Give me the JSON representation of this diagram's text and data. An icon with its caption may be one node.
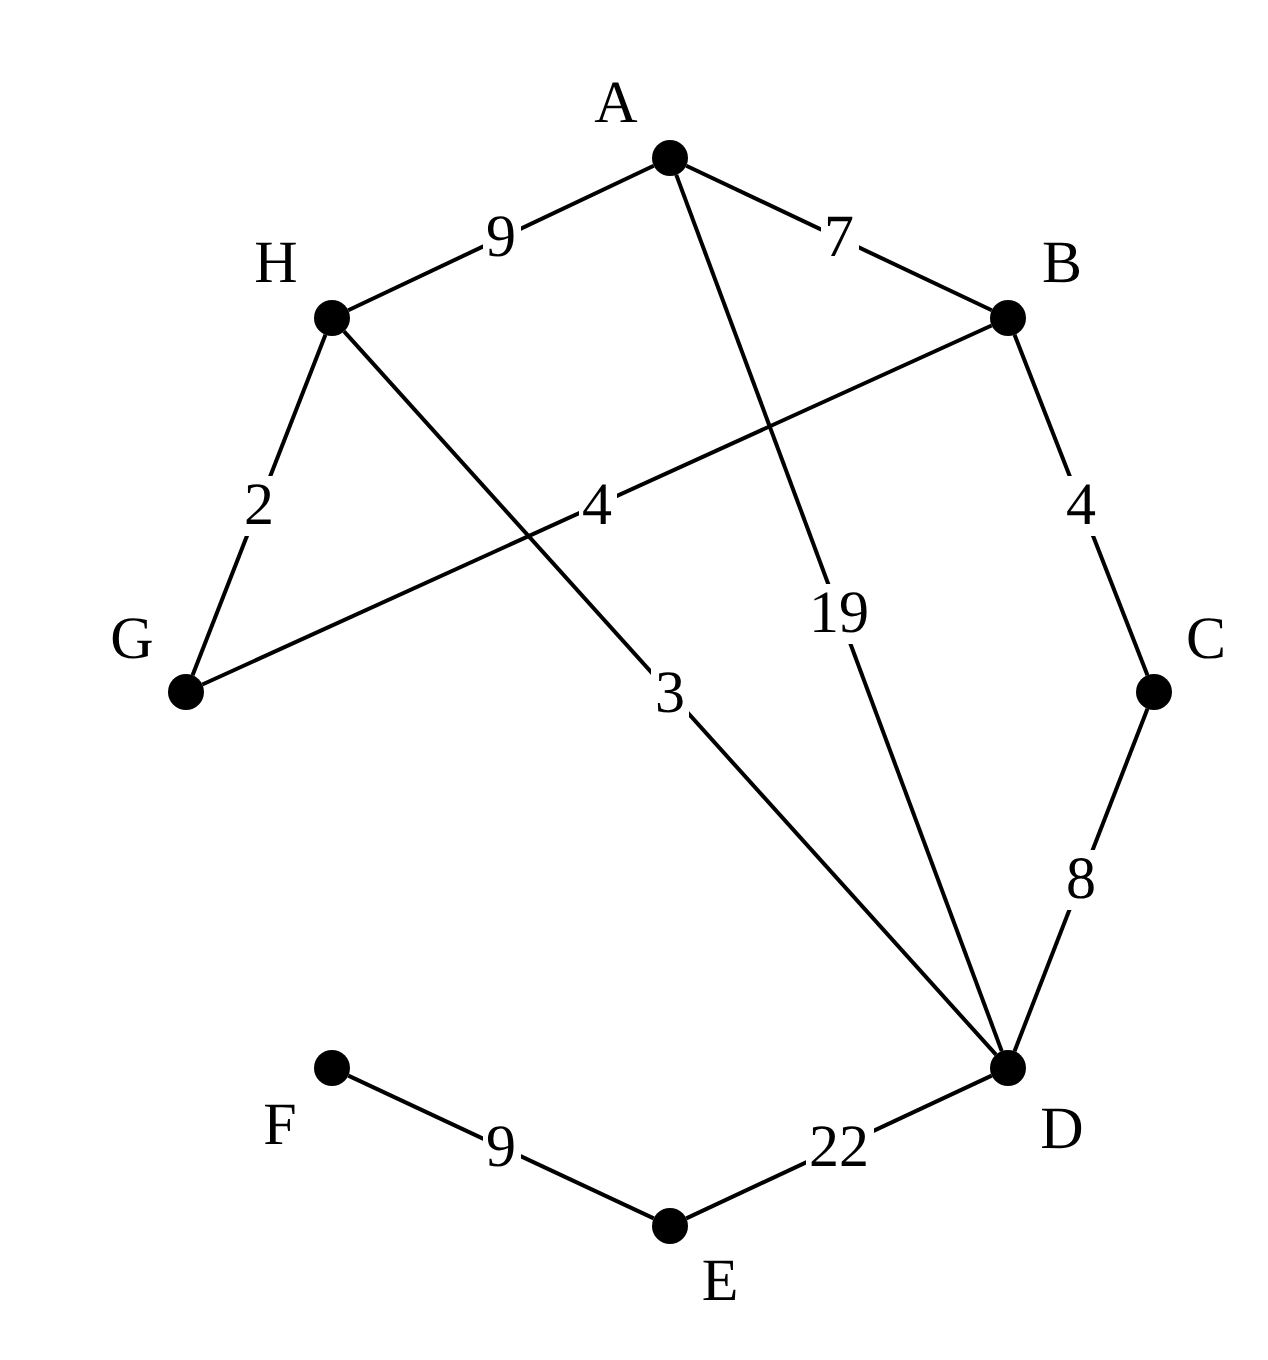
{
  "diagram": {
    "nodes": [
      {
        "text": [
          "A"
        ]
      },
      {
        "text": [
          "B"
        ]
      },
      {
        "text": [
          "C"
        ]
      },
      {
        "text": [
          "D"
        ]
      },
      {
        "text": [
          "E"
        ]
      },
      {
        "text": [
          "F"
        ]
      },
      {
        "text": [
          "G"
        ]
      },
      {
        "text": [
          "H"
        ]
      }
    ],
    "edges": [
      {
        "from": 0,
        "to": 7,
        "arrow": "none",
        "label": "9"
      },
      {
        "from": 0,
        "to": 1,
        "arrow": "none",
        "label": "7"
      },
      {
        "from": 7,
        "to": 6,
        "arrow": "none",
        "label": "2"
      },
      {
        "from": 1,
        "to": 6,
        "arrow": "none",
        "label": "4"
      },
      {
        "from": 1,
        "to": 2,
        "arrow": "none",
        "label": "4"
      },
      {
        "from": 0,
        "to": 3,
        "arrow": "none",
        "label": "19"
      },
      {
        "from": 7,
        "to": 3,
        "arrow": "none",
        "label": "3"
      },
      {
        "from": 2,
        "to": 3,
        "arrow": "none",
        "label": "8"
      },
      {
        "from": 5,
        "to": 4,
        "arrow": "none",
        "label": "9"
      },
      {
        "from": 4,
        "to": 3,
        "arrow": "none",
        "label": "22"
      }
    ]
  }
}
